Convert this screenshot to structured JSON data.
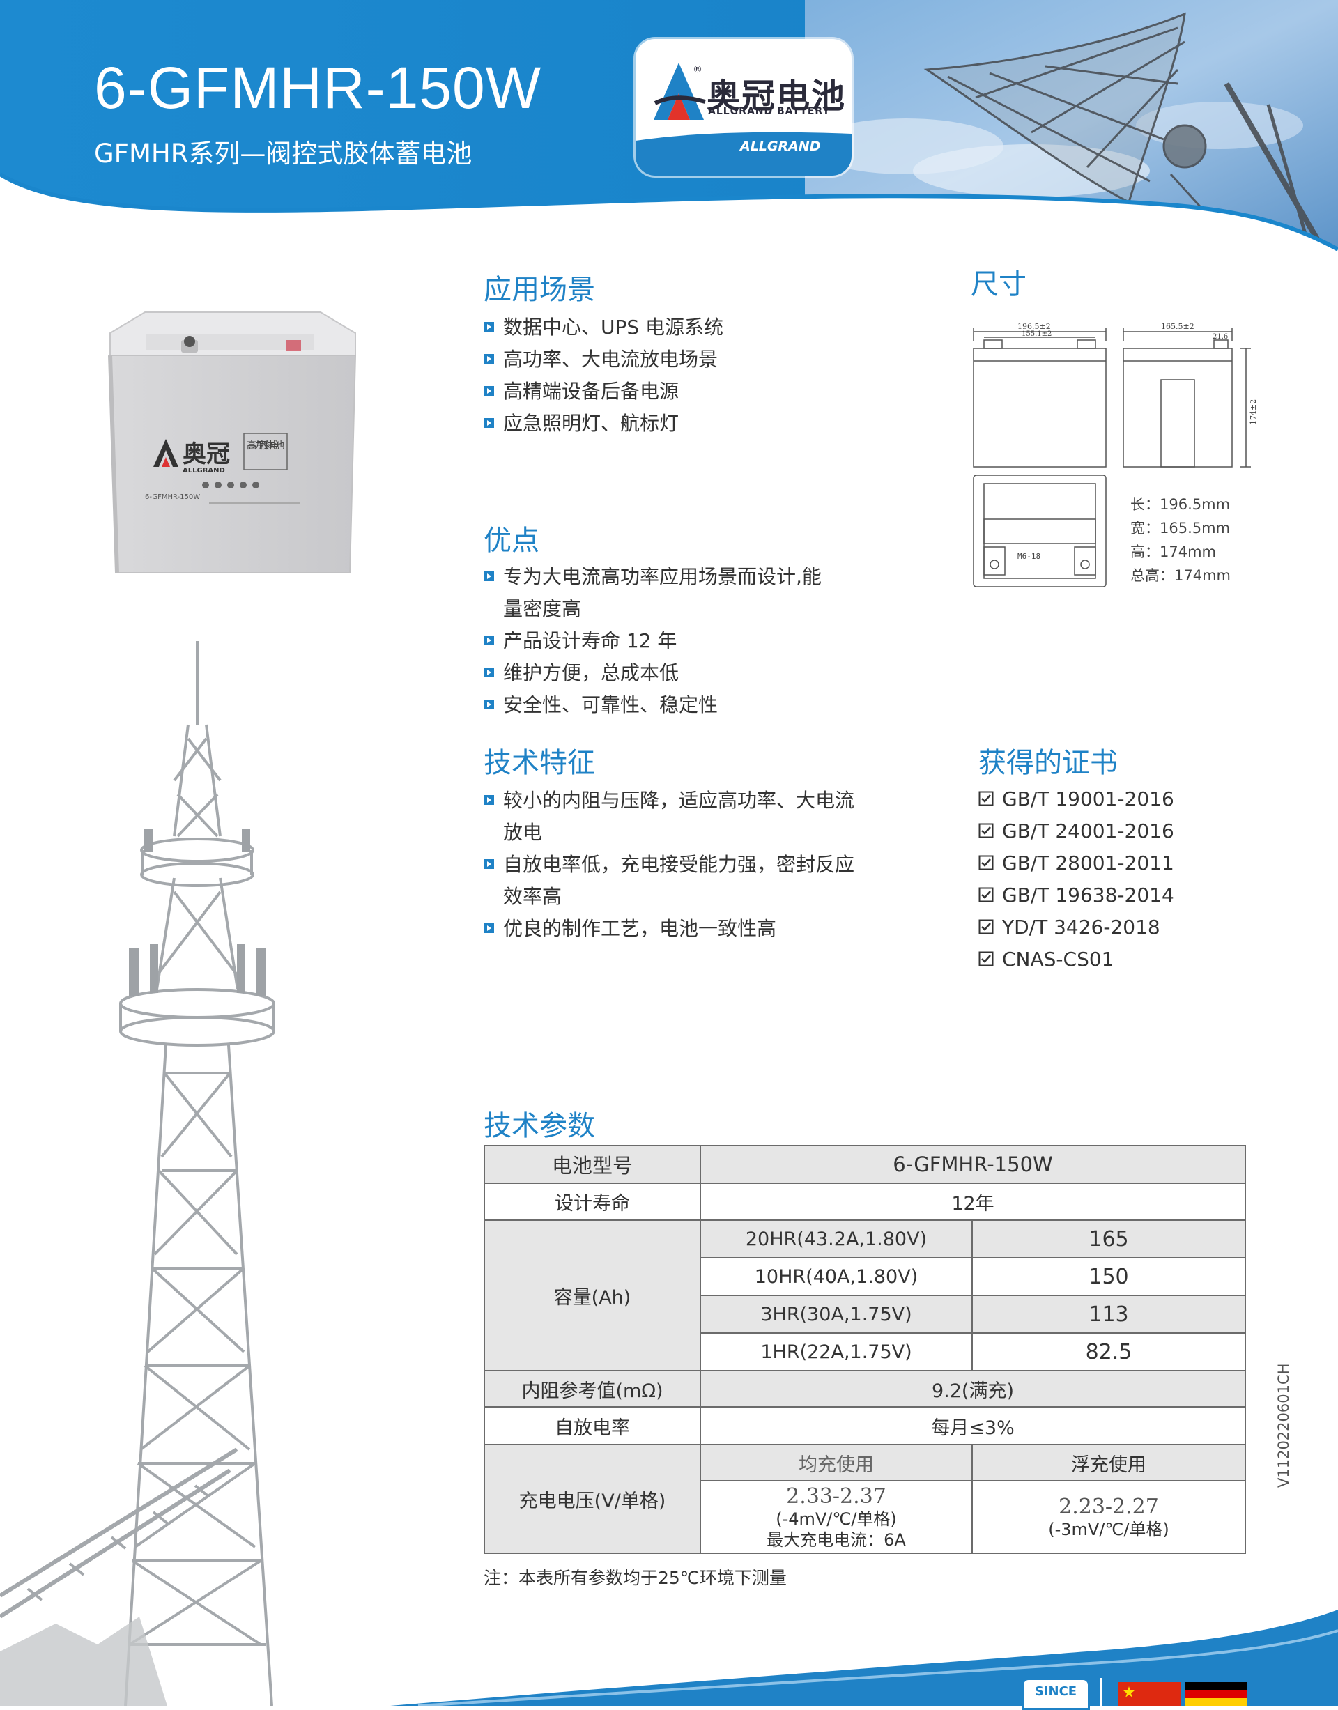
{
  "header": {
    "model": "6-GFMHR-150W",
    "series": "GFMHR系列—阀控式胶体蓄电池",
    "brand_cn": "奥冠电池",
    "brand_en": "ALLGRAND BATTERY",
    "brand_band": "ALLGRAND",
    "registered": "®"
  },
  "battery_label": {
    "brand_cn": "奥冠",
    "brand_en": "ALLGRAND",
    "badge": "高功率 胶体电池",
    "model": "6-GFMHR-150W"
  },
  "applications": {
    "title": "应用场景",
    "items": [
      "数据中心、UPS 电源系统",
      "高功率、大电流放电场景",
      "高精端设备后备电源",
      "应急照明灯、航标灯"
    ]
  },
  "advantages": {
    "title": "优点",
    "items": [
      [
        "专为大电流高功率应用场景而设计,能",
        "量密度高"
      ],
      [
        "产品设计寿命 12 年"
      ],
      [
        "维护方便，总成本低"
      ],
      [
        "安全性、可靠性、稳定性"
      ]
    ]
  },
  "features": {
    "title": "技术特征",
    "items": [
      [
        "较小的内阻与压降，适应高功率、大电流",
        "放电"
      ],
      [
        "自放电率低，充电接受能力强，密封反应",
        "效率高"
      ],
      [
        "优良的制作工艺，电池一致性高"
      ]
    ]
  },
  "dimensions": {
    "title": "尺寸",
    "drawing": {
      "top_width": "196.5±2",
      "inner_width": "155.1±2",
      "side_width": "165.5±2",
      "terminal": "21.6",
      "height": "174±2",
      "bolt": "M6-18"
    },
    "lines": [
      "长：196.5mm",
      "宽：165.5mm",
      "高：174mm",
      "总高：174mm"
    ]
  },
  "certificates": {
    "title": "获得的证书",
    "items": [
      "GB/T 19001-2016",
      "GB/T 24001-2016",
      "GB/T 28001-2011",
      "GB/T 19638-2014",
      "YD/T 3426-2018",
      "CNAS-CS01"
    ]
  },
  "specs": {
    "title": "技术参数",
    "model_label": "电池型号",
    "model_value": "6-GFMHR-150W",
    "life_label": "设计寿命",
    "life_value": "12年",
    "capacity_label": "容量(Ah)",
    "capacity_rows": [
      {
        "rate": "20HR(43.2A,1.80V)",
        "value": "165"
      },
      {
        "rate": "10HR(40A,1.80V)",
        "value": "150"
      },
      {
        "rate": "3HR(30A,1.75V)",
        "value": "113"
      },
      {
        "rate": "1HR(22A,1.75V)",
        "value": "82.5"
      }
    ],
    "resistance_label": "内阻参考值(mΩ)",
    "resistance_value": "9.2(满充)",
    "self_discharge_label": "自放电率",
    "self_discharge_value": "每月≤3%",
    "charge_label": "充电电压(V/单格)",
    "equalize_label": "均充使用",
    "float_label": "浮充使用",
    "equalize_range": "2.33-2.37",
    "equalize_coef": "(-4mV/℃/单格)",
    "equalize_max": "最大充电电流：6A",
    "float_range": "2.23-2.27",
    "float_coef": "(-3mV/℃/单格)"
  },
  "note": "注：本表所有参数均于25℃环境下测量",
  "version_code": "V1120220601CH",
  "footer": {
    "since": "SINCE"
  },
  "colors": {
    "brand_blue": "#1f82c6",
    "header_blue": "#1a86cc",
    "table_border": "#6b6b6b",
    "table_grey": "#e6e6e6"
  }
}
